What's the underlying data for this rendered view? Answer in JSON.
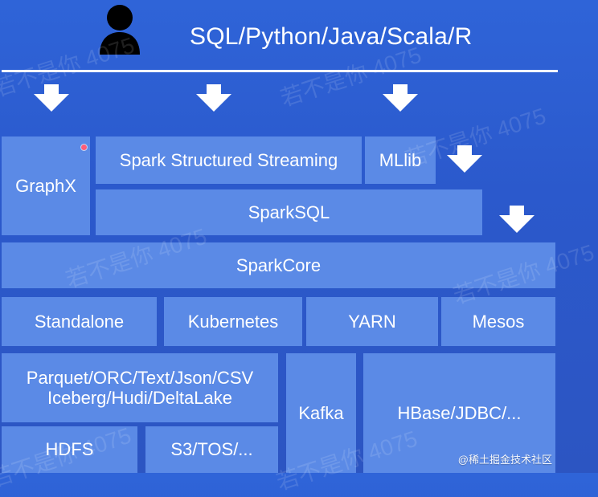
{
  "header": {
    "languages": "SQL/Python/Java/Scala/R"
  },
  "layers": {
    "graphx": "GraphX",
    "structured_streaming": "Spark Structured Streaming",
    "mllib": "MLlib",
    "sparksql": "SparkSQL",
    "sparkcore": "SparkCore",
    "standalone": "Standalone",
    "kubernetes": "Kubernetes",
    "yarn": "YARN",
    "mesos": "Mesos",
    "formats_line1": "Parquet/ORC/Text/Json/CSV",
    "formats_line2": "Iceberg/Hudi/DeltaLake",
    "kafka": "Kafka",
    "hbase_jdbc": "HBase/JDBC/...",
    "hdfs": "HDFS",
    "s3_tos": "S3/TOS/..."
  },
  "watermark": {
    "text_1": "若不是你 4075",
    "text_2": "若不是你 4075",
    "text_3": "若不是你 4075",
    "text_4": "若不是你 4075",
    "text_5": "若不是你 4075",
    "text_6": "若不是你 4075",
    "text_7": "若不是你 4075",
    "corner": "@稀土掘金技术社区"
  },
  "icons": {
    "user": "user-icon",
    "arrow": "down-arrow-icon"
  },
  "colors": {
    "background_top": "#2f64d8",
    "background_bottom": "#2c55c2",
    "box_fill": "#5b8ae6",
    "dot": "#ff5d78"
  }
}
